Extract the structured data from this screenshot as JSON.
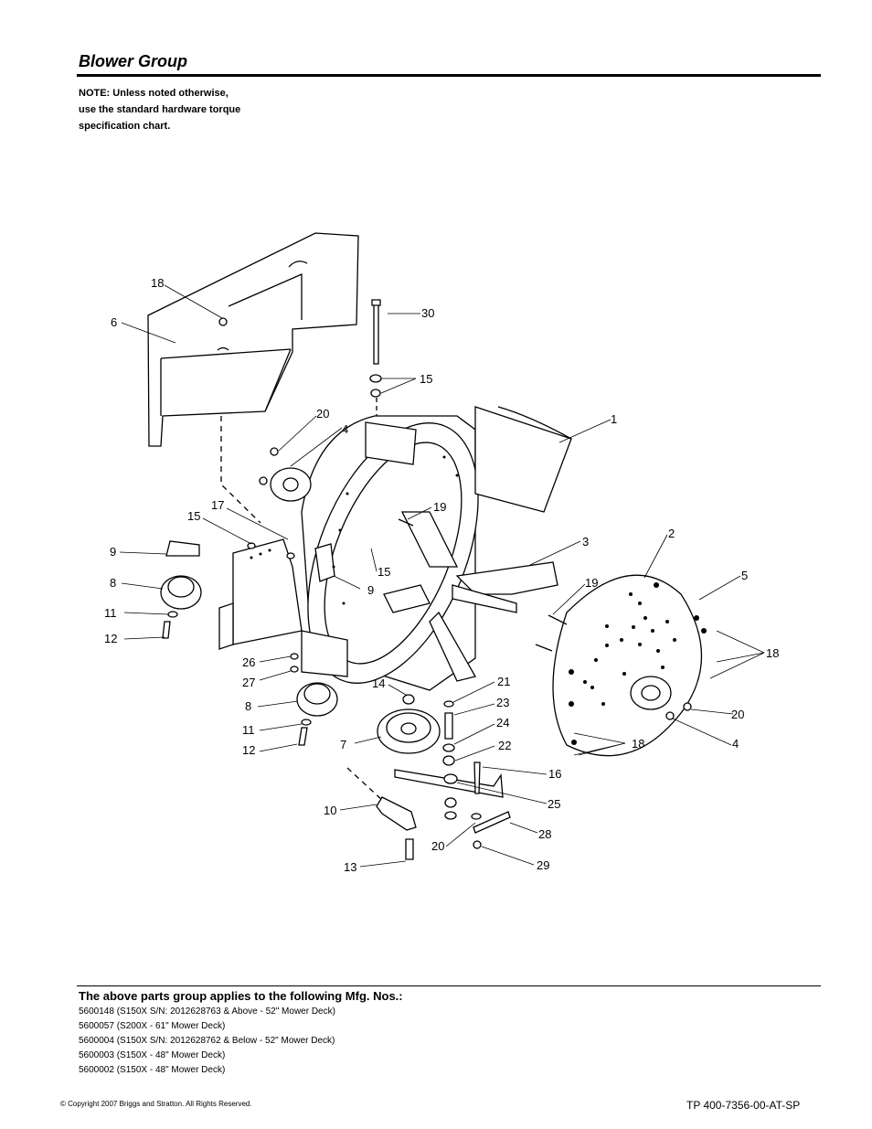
{
  "header": {
    "title": "Blower Group",
    "note_lines": [
      "NOTE: Unless noted otherwise,",
      "use the standard hardware torque",
      "specification chart."
    ]
  },
  "callouts": {
    "c18a": "18",
    "c6": "6",
    "c30": "30",
    "c15a": "15",
    "c1": "1",
    "c20a": "20",
    "c4a": "4",
    "c17": "17",
    "c15b": "15",
    "c9a": "9",
    "c19a": "19",
    "c3": "3",
    "c2": "2",
    "c5": "5",
    "c8a": "8",
    "c15c": "15",
    "c9b": "9",
    "c19b": "19",
    "c11a": "11",
    "c12a": "12",
    "c18b": "18",
    "c26": "26",
    "c27": "27",
    "c14": "14",
    "c21": "21",
    "c8b": "8",
    "c23": "23",
    "c20b": "20",
    "c11b": "11",
    "c24": "24",
    "c7": "7",
    "c22": "22",
    "c18c": "18",
    "c4b": "4",
    "c12b": "12",
    "c16": "16",
    "c10": "10",
    "c25": "25",
    "c28": "28",
    "c20c": "20",
    "c13": "13",
    "c29": "29"
  },
  "footer": {
    "applies_heading": "The above parts group applies to the following Mfg. Nos.:",
    "mfg_numbers": [
      "5600148 (S150X S/N: 2012628763 & Above - 52\" Mower Deck)",
      "5600057 (S200X - 61\" Mower Deck)",
      "5600004 (S150X S/N: 2012628762 & Below - 52\" Mower Deck)",
      "5600003 (S150X  - 48\" Mower Deck)",
      "5600002 (S150X  - 48\" Mower Deck)"
    ],
    "copyright": "© Copyright  2007 Briggs and Stratton. All Rights Reserved.",
    "document_number": "TP 400-7356-00-AT-SP"
  }
}
